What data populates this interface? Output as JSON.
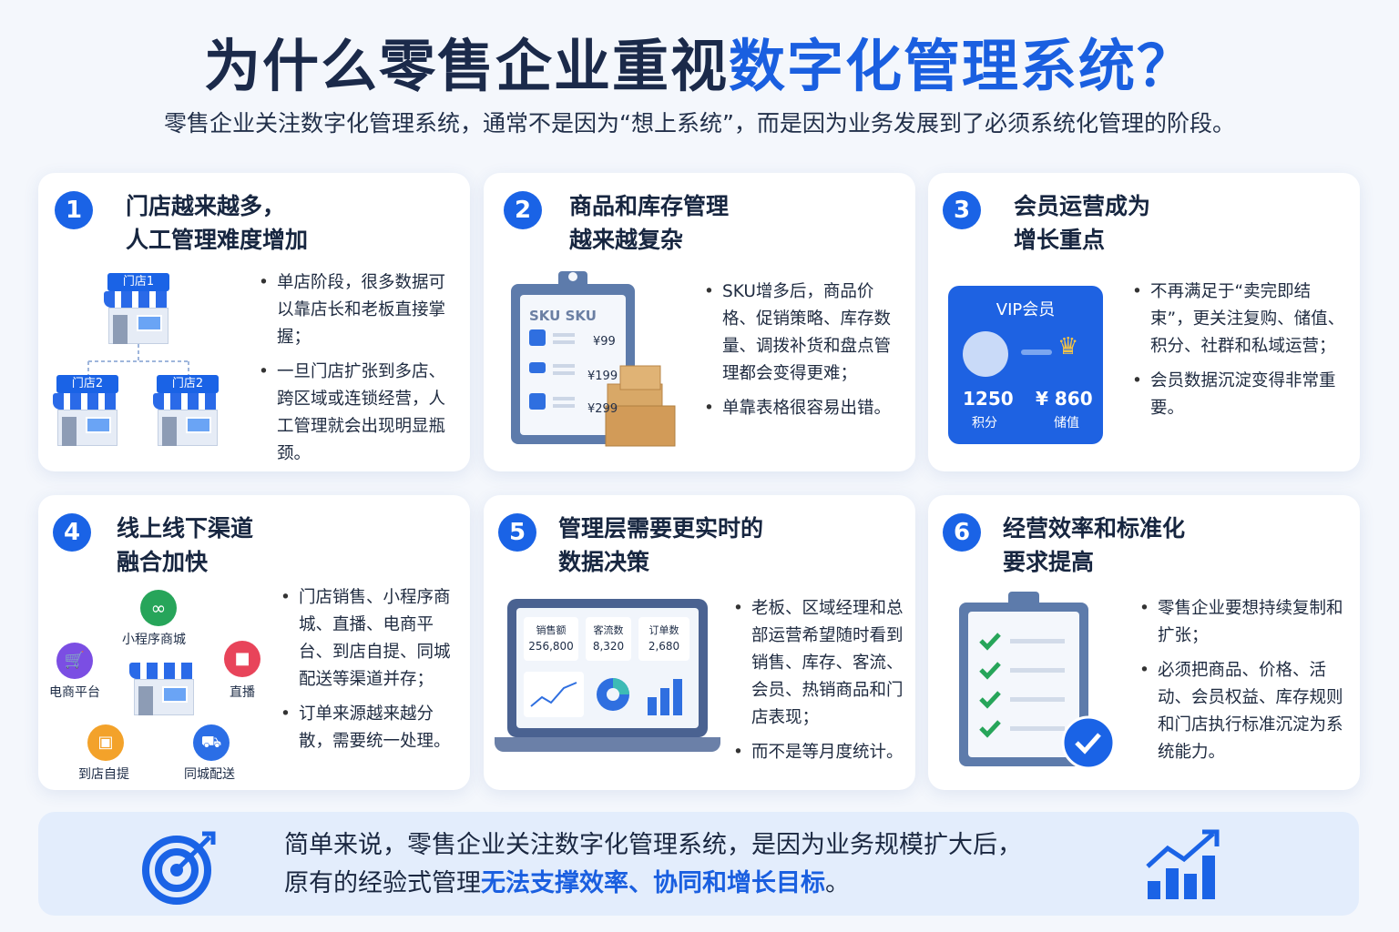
{
  "header": {
    "title_main": "为什么零售企业重视",
    "title_highlight": "数字化管理系统？",
    "subtitle": "零售企业关注数字化管理系统，通常不是因为“想上系统”，而是因为业务发展到了必须系统化管理的阶段。"
  },
  "cards": [
    {
      "number": "1",
      "title_line1": "门店越来越多，",
      "title_line2": "人工管理难度增加",
      "stores": [
        "门店1",
        "门店2",
        "门店2"
      ],
      "bullets": [
        "单店阶段，很多数据可以靠店长和老板直接掌握；",
        "一旦门店扩张到多店、跨区域或连锁经营，人工管理就会出现明显瓶颈。"
      ]
    },
    {
      "number": "2",
      "title_line1": "商品和库存管理",
      "title_line2": "越来越复杂",
      "clipboard_label": "SKU SKU",
      "prices": [
        "¥99",
        "¥199",
        "¥299"
      ],
      "bullets": [
        "SKU增多后，商品价格、促销策略、库存数量、调拨补货和盘点管理都会变得更难；",
        "单靠表格很容易出错。"
      ]
    },
    {
      "number": "3",
      "title_line1": "会员运营成为",
      "title_line2": "增长重点",
      "vip_title": "VIP会员",
      "points_value": "1250",
      "points_label": "积分",
      "stored_value": "¥ 860",
      "stored_label": "储值",
      "bullets": [
        "不再满足于“卖完即结束”，更关注复购、储值、积分、社群和私域运营；",
        "会员数据沉淀变得非常重要。"
      ]
    },
    {
      "number": "4",
      "title_line1": "线上线下渠道",
      "title_line2": "融合加快",
      "channels": [
        "小程序商城",
        "电商平台",
        "直播",
        "到店自提",
        "同城配送"
      ],
      "bullets": [
        "门店销售、小程序商城、直播、电商平台、到店自提、同城配送等渠道并存；",
        "订单来源越来越分散，需要统一处理。"
      ]
    },
    {
      "number": "5",
      "title_line1": "管理层需要更实时的",
      "title_line2": "数据决策",
      "metrics": [
        {
          "label": "销售额",
          "value": "256,800"
        },
        {
          "label": "客流数",
          "value": "8,320"
        },
        {
          "label": "订单数",
          "value": "2,680"
        }
      ],
      "bullets": [
        "老板、区域经理和总部运营希望随时看到销售、库存、客流、会员、热销商品和门店表现；",
        "而不是等月度统计。"
      ]
    },
    {
      "number": "6",
      "title_line1": "经营效率和标准化",
      "title_line2": "要求提高",
      "bullets": [
        "零售企业要想持续复制和扩张；",
        "必须把商品、价格、活动、会员权益、库存规则和门店执行标准沉淀为系统能力。"
      ]
    }
  ],
  "footer": {
    "line1": "简单来说，零售企业关注数字化管理系统，是因为业务规模扩大后，",
    "line2_prefix": "原有的经验式管理",
    "line2_highlight": "无法支撑效率、协同和增长目标",
    "line2_suffix": "。"
  },
  "colors": {
    "accent": "#1a63e6",
    "title_dark": "#1b2a4a",
    "footer_bg": "#e3edfc"
  }
}
